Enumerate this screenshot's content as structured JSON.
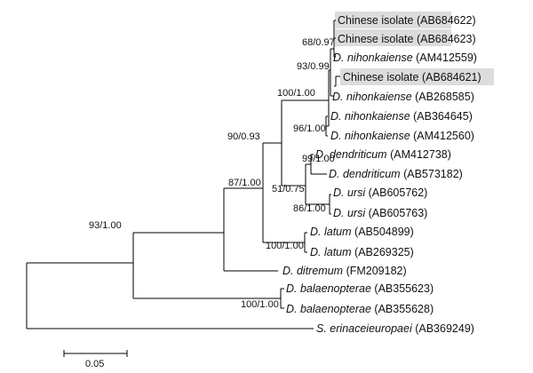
{
  "tree": {
    "taxa": [
      {
        "genus": "",
        "species": "Chinese isolate",
        "accession": "(AB684622)",
        "highlighted": true
      },
      {
        "genus": "",
        "species": "Chinese isolate",
        "accession": "(AB684623)",
        "highlighted": true
      },
      {
        "genus": "D.",
        "species": "nihonkaiense",
        "accession": "(AM412559)",
        "highlighted": false
      },
      {
        "genus": "",
        "species": "Chinese isolate",
        "accession": "(AB684621)",
        "highlighted": true
      },
      {
        "genus": "D.",
        "species": "nihonkaiense",
        "accession": "(AB268585)",
        "highlighted": false
      },
      {
        "genus": "D.",
        "species": "nihonkaiense",
        "accession": "(AB364645)",
        "highlighted": false
      },
      {
        "genus": "D.",
        "species": "nihonkaiense",
        "accession": "(AM412560)",
        "highlighted": false
      },
      {
        "genus": "D.",
        "species": "dendriticum",
        "accession": "(AM412738)",
        "highlighted": false
      },
      {
        "genus": "D.",
        "species": "dendriticum",
        "accession": "(AB573182)",
        "highlighted": false
      },
      {
        "genus": "D.",
        "species": "ursi",
        "accession": "(AB605762)",
        "highlighted": false
      },
      {
        "genus": "D.",
        "species": "ursi",
        "accession": "(AB605763)",
        "highlighted": false
      },
      {
        "genus": "D.",
        "species": "latum",
        "accession": "(AB504899)",
        "highlighted": false
      },
      {
        "genus": "D.",
        "species": "latum",
        "accession": "(AB269325)",
        "highlighted": false
      },
      {
        "genus": "D.",
        "species": "ditremum",
        "accession": "(FM209182)",
        "highlighted": false
      },
      {
        "genus": "D.",
        "species": "balaenopterae",
        "accession": "(AB355623)",
        "highlighted": false
      },
      {
        "genus": "D.",
        "species": "balaenopterae",
        "accession": "(AB355628)",
        "highlighted": false
      },
      {
        "genus": "S.",
        "species": "erinaceieuropaei",
        "accession": "(AB369249)",
        "highlighted": false
      }
    ],
    "support_values": {
      "chinese_pair": "68/0.97",
      "nihonkaiense_inner": "93/0.99",
      "nihonkaiense_main": "100/1.00",
      "nihonkaiense_pair": "96/1.00",
      "ingroup_core": "90/0.93",
      "dendriticum": "99/1.00",
      "dendriticum_ursi": "51/0.75",
      "ursi": "86/1.00",
      "with_latum": "87/1.00",
      "latum": "100/1.00",
      "with_balaenopterae": "93/1.00",
      "balaenopterae": "100/1.00"
    },
    "scale_bar_label": "0.05"
  }
}
